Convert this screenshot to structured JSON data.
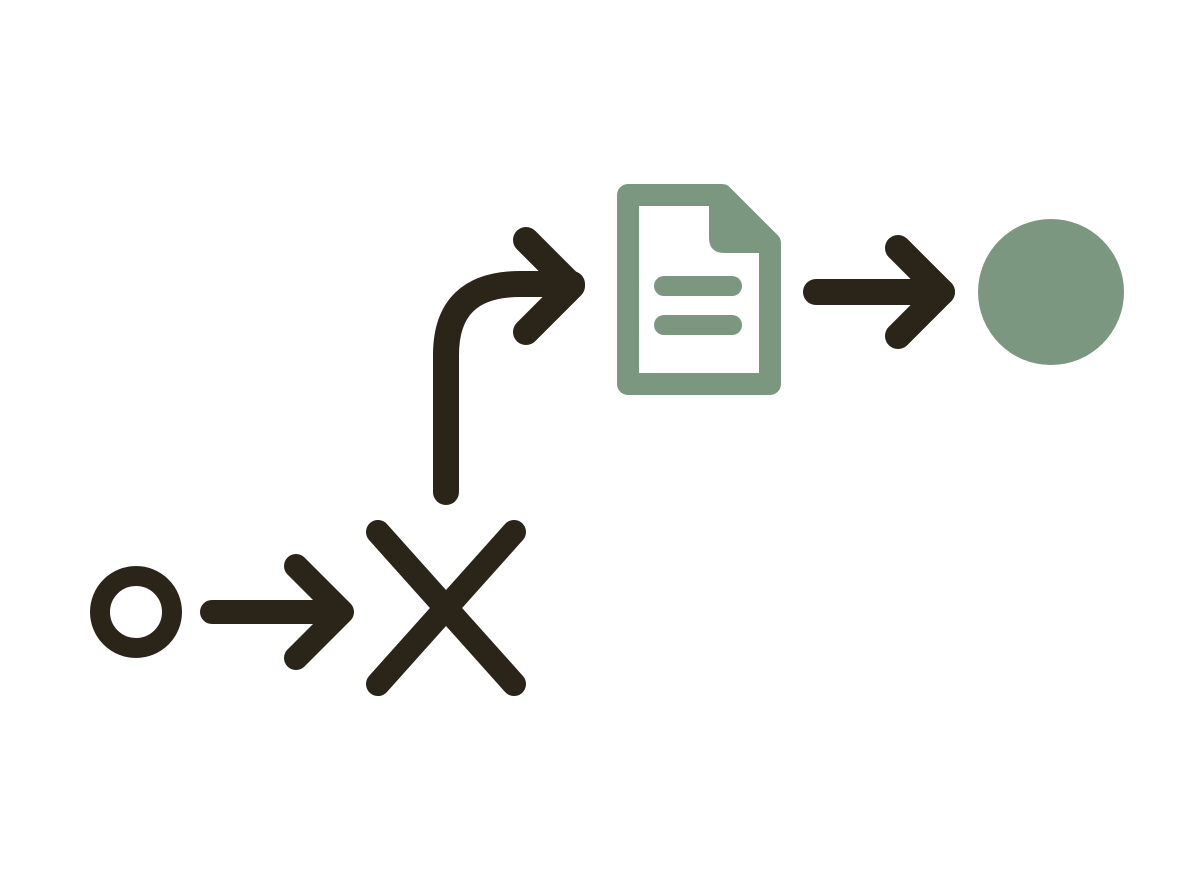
{
  "diagram": {
    "type": "flowchart",
    "colors": {
      "line": "#2a2419",
      "accent": "#7b9780",
      "background": "#ffffff"
    },
    "nodes": [
      {
        "id": "start",
        "shape": "hollow-circle",
        "icon": "start-node-icon"
      },
      {
        "id": "gateway",
        "shape": "x-mark",
        "icon": "exclusive-gateway-icon"
      },
      {
        "id": "document",
        "shape": "document",
        "icon": "document-icon"
      },
      {
        "id": "end",
        "shape": "filled-circle",
        "icon": "end-node-icon"
      }
    ],
    "edges": [
      {
        "from": "start",
        "to": "gateway",
        "style": "straight-arrow"
      },
      {
        "from": "gateway",
        "to": "document",
        "style": "curved-arrow"
      },
      {
        "from": "document",
        "to": "end",
        "style": "straight-arrow"
      }
    ]
  }
}
